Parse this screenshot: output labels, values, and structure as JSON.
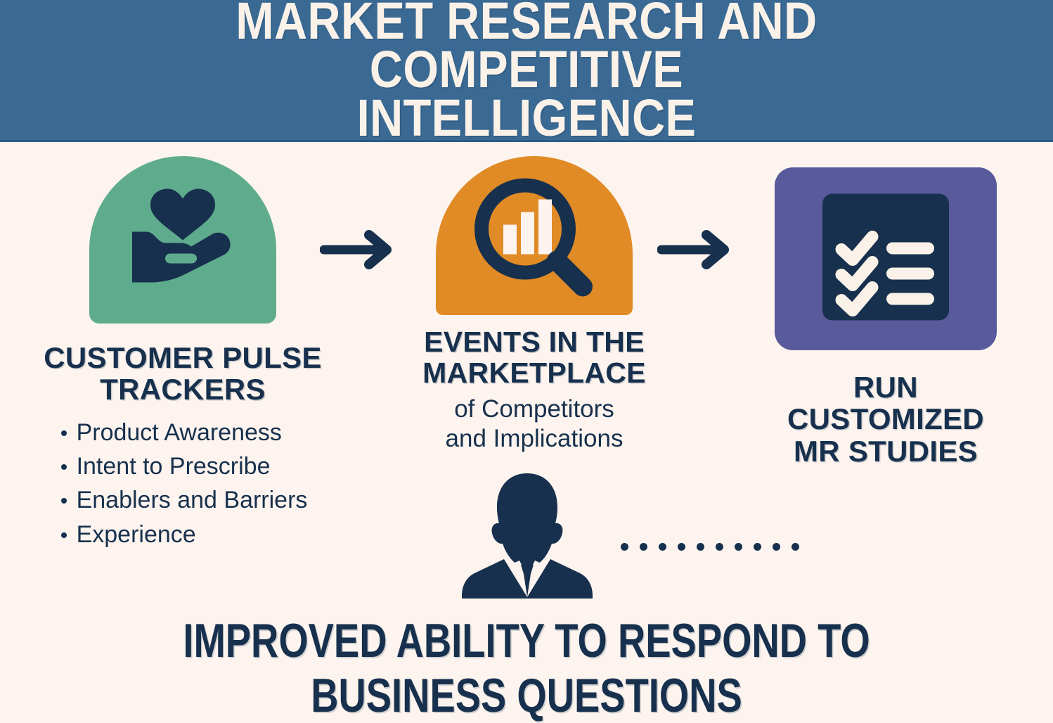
{
  "header": {
    "title_line1": "MARKET RESEARCH AND COMPETITIVE",
    "title_line2": "INTELLIGENCE",
    "background_color": "#3a6a94",
    "text_color": "#faf2e9"
  },
  "page": {
    "background_color": "#fdf4ef",
    "ink_color": "#17304d"
  },
  "columns": [
    {
      "icon_name": "heart-in-hand-icon",
      "shape_color": "#5fab8d",
      "title_line1": "CUSTOMER PULSE",
      "title_line2": "TRACKERS",
      "bullets": [
        "Product Awareness",
        "Intent to Prescribe",
        "Enablers and Barriers",
        "Experience"
      ]
    },
    {
      "icon_name": "magnifying-glass-bar-chart-icon",
      "shape_color": "#e08b26",
      "title_line1": "EVENTS IN THE",
      "title_line2": "MARKETPLACE",
      "subtitle_line1": "of Competitors",
      "subtitle_line2": "and Implications"
    },
    {
      "icon_name": "checklist-icon",
      "shape_color": "#595a9c",
      "title_line1": "RUN",
      "title_line2": "CUSTOMIZED",
      "title_line3": "MR STUDIES"
    }
  ],
  "connectors": {
    "arrow_1_name": "right-arrow-icon",
    "arrow_2_name": "right-arrow-icon",
    "dot_count": 10
  },
  "person": {
    "icon_name": "businessperson-icon"
  },
  "footer": {
    "text": "IMPROVED ABILITY TO RESPOND TO BUSINESS QUESTIONS"
  }
}
